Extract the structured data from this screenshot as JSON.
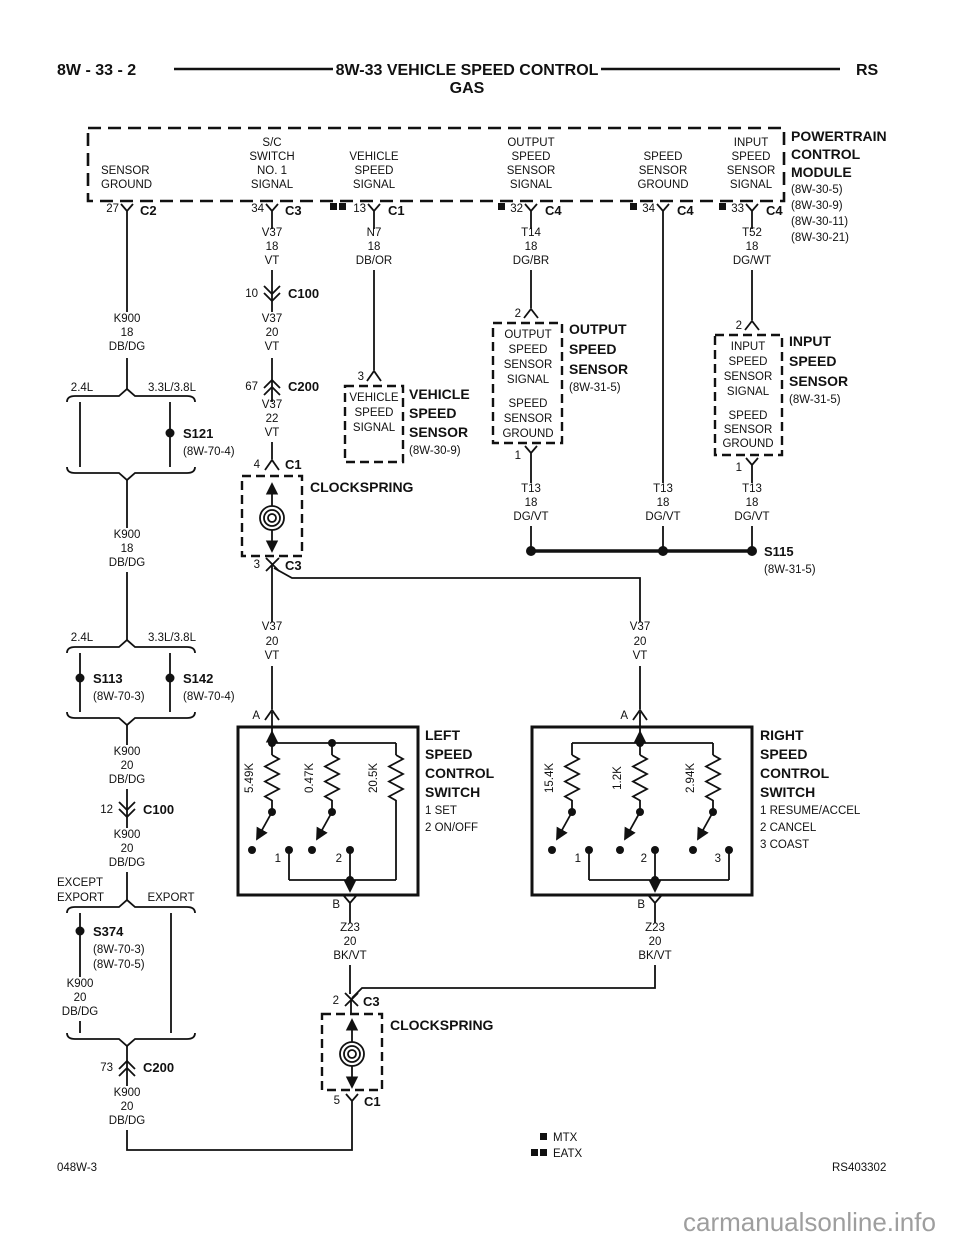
{
  "header": {
    "code": "8W - 33 - 2",
    "title": "8W-33 VEHICLE SPEED CONTROL",
    "subtitle": "GAS",
    "region": "RS"
  },
  "pcm": {
    "n1": "POWERTRAIN",
    "n2": "CONTROL",
    "n3": "MODULE",
    "r1": "(8W-30-5)",
    "r2": "(8W-30-9)",
    "r3": "(8W-30-11)",
    "r4": "(8W-30-21)",
    "sg1": "SENSOR",
    "sg2": "GROUND",
    "sgPin": "27",
    "sgConn": "C2",
    "sc1": "S/C",
    "sc2": "SWITCH",
    "sc3": "NO. 1",
    "sc4": "SIGNAL",
    "scPin": "34",
    "scConn": "C3",
    "vs1": "VEHICLE",
    "vs2": "SPEED",
    "vs3": "SIGNAL",
    "vsPin": "13",
    "vsConn": "C1",
    "os1": "OUTPUT",
    "os2": "SPEED",
    "os3": "SENSOR",
    "os4": "SIGNAL",
    "osPin": "32",
    "osConn": "C4",
    "gd1": "SPEED",
    "gd2": "SENSOR",
    "gd3": "GROUND",
    "gdPin": "34",
    "gdConn": "C4",
    "is1": "INPUT",
    "is2": "SPEED",
    "is3": "SENSOR",
    "is4": "SIGNAL",
    "isPin": "33",
    "isConn": "C4"
  },
  "w": {
    "v3718": [
      "V37",
      "18",
      "VT"
    ],
    "v3720": [
      "V37",
      "20",
      "VT"
    ],
    "v3722": [
      "V37",
      "22",
      "VT"
    ],
    "n7": [
      "N7",
      "18",
      "DB/OR"
    ],
    "t14": [
      "T14",
      "18",
      "DG/BR"
    ],
    "t52": [
      "T52",
      "18",
      "DG/WT"
    ],
    "t13": [
      "T13",
      "18",
      "DG/VT"
    ],
    "k90018": [
      "K900",
      "18",
      "DB/DG"
    ],
    "k90020": [
      "K900",
      "20",
      "DB/DG"
    ],
    "z23": [
      "Z23",
      "20",
      "BK/VT"
    ]
  },
  "conn": {
    "c100a": [
      "10",
      "C100"
    ],
    "c200a": [
      "67",
      "C200"
    ],
    "c100b": [
      "12",
      "C100"
    ],
    "c200b": [
      "73",
      "C200"
    ],
    "cs1t": [
      "4",
      "C1"
    ],
    "cs1b": [
      "3",
      "C3"
    ],
    "cs2t": [
      "2",
      "C3"
    ],
    "cs2b": [
      "5",
      "C1"
    ]
  },
  "splice": {
    "s121": [
      "S121",
      "(8W-70-4)"
    ],
    "s113": [
      "S113",
      "(8W-70-3)"
    ],
    "s142": [
      "S142",
      "(8W-70-4)"
    ],
    "s374": [
      "S374",
      "(8W-70-3)",
      "(8W-70-5)"
    ],
    "s115": [
      "S115",
      "(8W-31-5)"
    ]
  },
  "br": {
    "e24": "2.4L",
    "e33": "3.3L/3.8L",
    "exc1": "EXCEPT",
    "exc2": "EXPORT",
    "exp": "EXPORT"
  },
  "vss": {
    "pin": "3",
    "i1": "VEHICLE",
    "i2": "SPEED",
    "i3": "SIGNAL",
    "n1": "VEHICLE",
    "n2": "SPEED",
    "n3": "SENSOR",
    "ref": "(8W-30-9)"
  },
  "oss": {
    "pt": "2",
    "pb": "1",
    "i1": "OUTPUT",
    "i2": "SPEED",
    "i3": "SENSOR",
    "i4": "SIGNAL",
    "g1": "SPEED",
    "g2": "SENSOR",
    "g3": "GROUND",
    "n1": "OUTPUT",
    "n2": "SPEED",
    "n3": "SENSOR",
    "ref": "(8W-31-5)"
  },
  "iss": {
    "pt": "2",
    "pb": "1",
    "i1": "INPUT",
    "i2": "SPEED",
    "i3": "SENSOR",
    "i4": "SIGNAL",
    "g1": "SPEED",
    "g2": "SENSOR",
    "g3": "GROUND",
    "n1": "INPUT",
    "n2": "SPEED",
    "n3": "SENSOR",
    "ref": "(8W-31-5)"
  },
  "cs": {
    "label": "CLOCKSPRING"
  },
  "lsw": {
    "pa": "A",
    "pb": "B",
    "n1": "LEFT",
    "n2": "SPEED",
    "n3": "CONTROL",
    "n4": "SWITCH",
    "f1": "1 SET",
    "f2": "2 ON/OFF",
    "r1": "5.49K",
    "r2": "0.47K",
    "r3": "20.5K",
    "c1": "1",
    "c2": "2"
  },
  "rsw": {
    "pa": "A",
    "pb": "B",
    "n1": "RIGHT",
    "n2": "SPEED",
    "n3": "CONTROL",
    "n4": "SWITCH",
    "f1": "1 RESUME/ACCEL",
    "f2": "2 CANCEL",
    "f3": "3 COAST",
    "r1": "15.4K",
    "r2": "1.2K",
    "r3": "2.94K",
    "c1": "1",
    "c2": "2",
    "c3": "3"
  },
  "legend": {
    "mtx": "MTX",
    "eatx": "EATX"
  },
  "footer": {
    "sheet": "048W-3",
    "doc": "RS403302",
    "watermark": "carmanualsonline.info"
  },
  "colors": {
    "ink": "#111111",
    "watermark": "#9e9e9e",
    "background": "#ffffff"
  }
}
